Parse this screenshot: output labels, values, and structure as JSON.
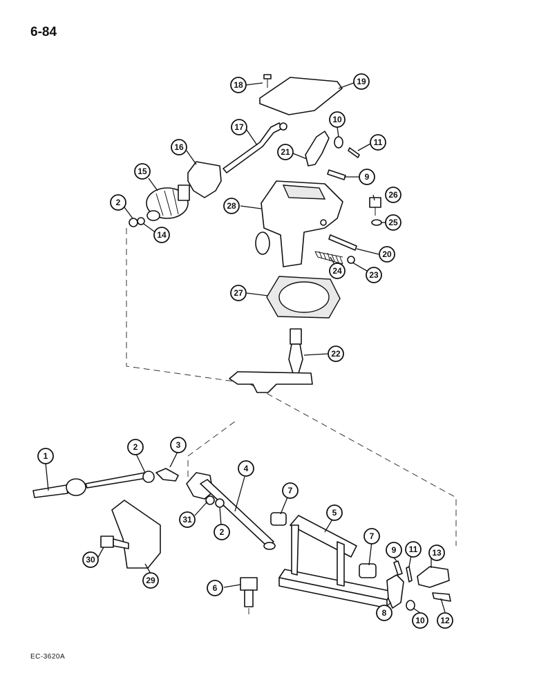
{
  "page_number": "6-84",
  "reference_code": "EC-3620A",
  "callouts": [
    {
      "id": "c18",
      "label": "18"
    },
    {
      "id": "c19",
      "label": "19"
    },
    {
      "id": "c17",
      "label": "17"
    },
    {
      "id": "c10a",
      "label": "10"
    },
    {
      "id": "c11a",
      "label": "11"
    },
    {
      "id": "c16",
      "label": "16"
    },
    {
      "id": "c21",
      "label": "21"
    },
    {
      "id": "c9a",
      "label": "9"
    },
    {
      "id": "c15",
      "label": "15"
    },
    {
      "id": "c26",
      "label": "26"
    },
    {
      "id": "c2a",
      "label": "2"
    },
    {
      "id": "c28",
      "label": "28"
    },
    {
      "id": "c25",
      "label": "25"
    },
    {
      "id": "c14",
      "label": "14"
    },
    {
      "id": "c20",
      "label": "20"
    },
    {
      "id": "c23",
      "label": "23"
    },
    {
      "id": "c24",
      "label": "24"
    },
    {
      "id": "c27",
      "label": "27"
    },
    {
      "id": "c22",
      "label": "22"
    },
    {
      "id": "c1",
      "label": "1"
    },
    {
      "id": "c2b",
      "label": "2"
    },
    {
      "id": "c3",
      "label": "3"
    },
    {
      "id": "c4",
      "label": "4"
    },
    {
      "id": "c7a",
      "label": "7"
    },
    {
      "id": "c31",
      "label": "31"
    },
    {
      "id": "c2c",
      "label": "2"
    },
    {
      "id": "c5",
      "label": "5"
    },
    {
      "id": "c7b",
      "label": "7"
    },
    {
      "id": "c9b",
      "label": "9"
    },
    {
      "id": "c11b",
      "label": "11"
    },
    {
      "id": "c13",
      "label": "13"
    },
    {
      "id": "c30",
      "label": "30"
    },
    {
      "id": "c29",
      "label": "29"
    },
    {
      "id": "c6",
      "label": "6"
    },
    {
      "id": "c8",
      "label": "8"
    },
    {
      "id": "c10b",
      "label": "10"
    },
    {
      "id": "c12",
      "label": "12"
    }
  ]
}
